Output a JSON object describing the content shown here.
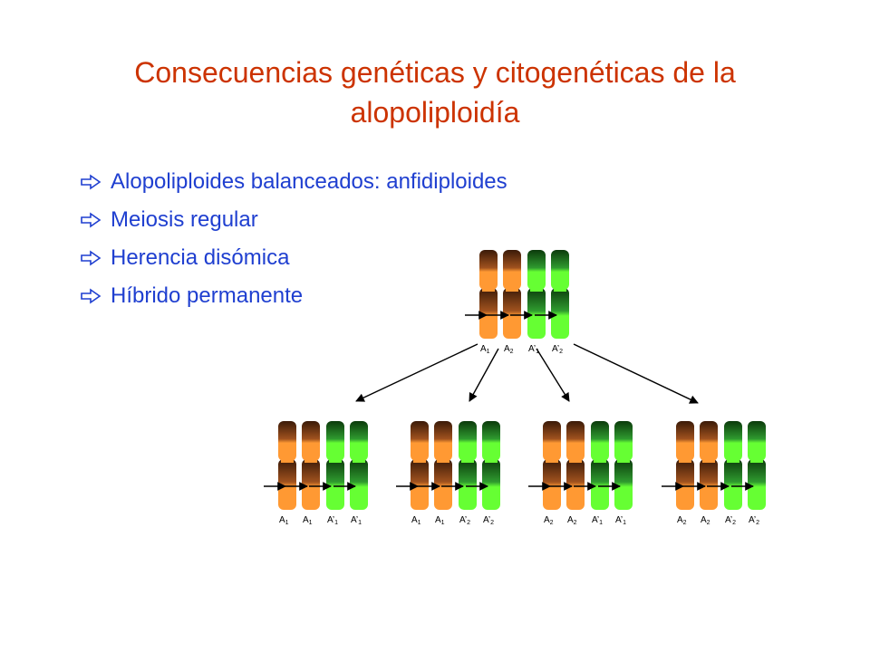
{
  "slide": {
    "title_line1": "Consecuencias genéticas y citogenéticas de la",
    "title_line2": "alopoliploidía",
    "bullets": [
      "Alopoliploides balanceados: anfidiploides",
      "Meiosis regular",
      "Herencia disómica",
      "Híbrido permanente"
    ]
  },
  "diagram": {
    "parent": {
      "labels": [
        {
          "base": "A",
          "prime": "",
          "sub": "1"
        },
        {
          "base": "A",
          "prime": "",
          "sub": "2"
        },
        {
          "base": "A",
          "prime": "’",
          "sub": "1"
        },
        {
          "base": "A",
          "prime": "’",
          "sub": "2"
        }
      ]
    },
    "gametes": [
      {
        "labels": [
          {
            "base": "A",
            "prime": "",
            "sub": "1"
          },
          {
            "base": "A",
            "prime": "",
            "sub": "1"
          },
          {
            "base": "A",
            "prime": "’",
            "sub": "1"
          },
          {
            "base": "A",
            "prime": "’",
            "sub": "1"
          }
        ]
      },
      {
        "labels": [
          {
            "base": "A",
            "prime": "",
            "sub": "1"
          },
          {
            "base": "A",
            "prime": "",
            "sub": "1"
          },
          {
            "base": "A",
            "prime": "’",
            "sub": "2"
          },
          {
            "base": "A",
            "prime": "’",
            "sub": "2"
          }
        ]
      },
      {
        "labels": [
          {
            "base": "A",
            "prime": "",
            "sub": "2"
          },
          {
            "base": "A",
            "prime": "",
            "sub": "2"
          },
          {
            "base": "A",
            "prime": "’",
            "sub": "1"
          },
          {
            "base": "A",
            "prime": "’",
            "sub": "1"
          }
        ]
      },
      {
        "labels": [
          {
            "base": "A",
            "prime": "",
            "sub": "2"
          },
          {
            "base": "A",
            "prime": "",
            "sub": "2"
          },
          {
            "base": "A",
            "prime": "’",
            "sub": "2"
          },
          {
            "base": "A",
            "prime": "’",
            "sub": "2"
          }
        ]
      }
    ],
    "colors": {
      "orange_top": "#3a1a08",
      "orange_mid": "#a0521e",
      "orange_bottom": "#ff9933",
      "green_top": "#0b3a0b",
      "green_mid": "#2f9a2f",
      "green_bottom": "#66ff33",
      "title": "#cc3300",
      "bullet_text": "#1f3fd0"
    }
  }
}
